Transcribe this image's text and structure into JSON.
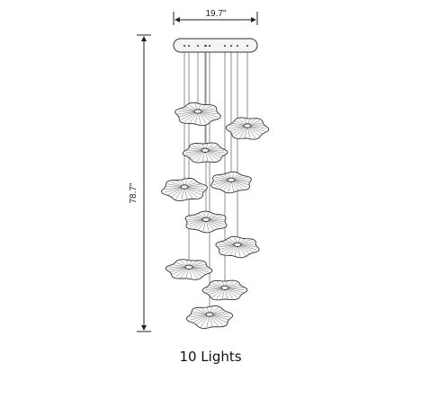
{
  "diagram": {
    "width_label": "19.7\"",
    "height_label": "78.7\"",
    "caption": "10 Lights",
    "light_count": 10
  }
}
